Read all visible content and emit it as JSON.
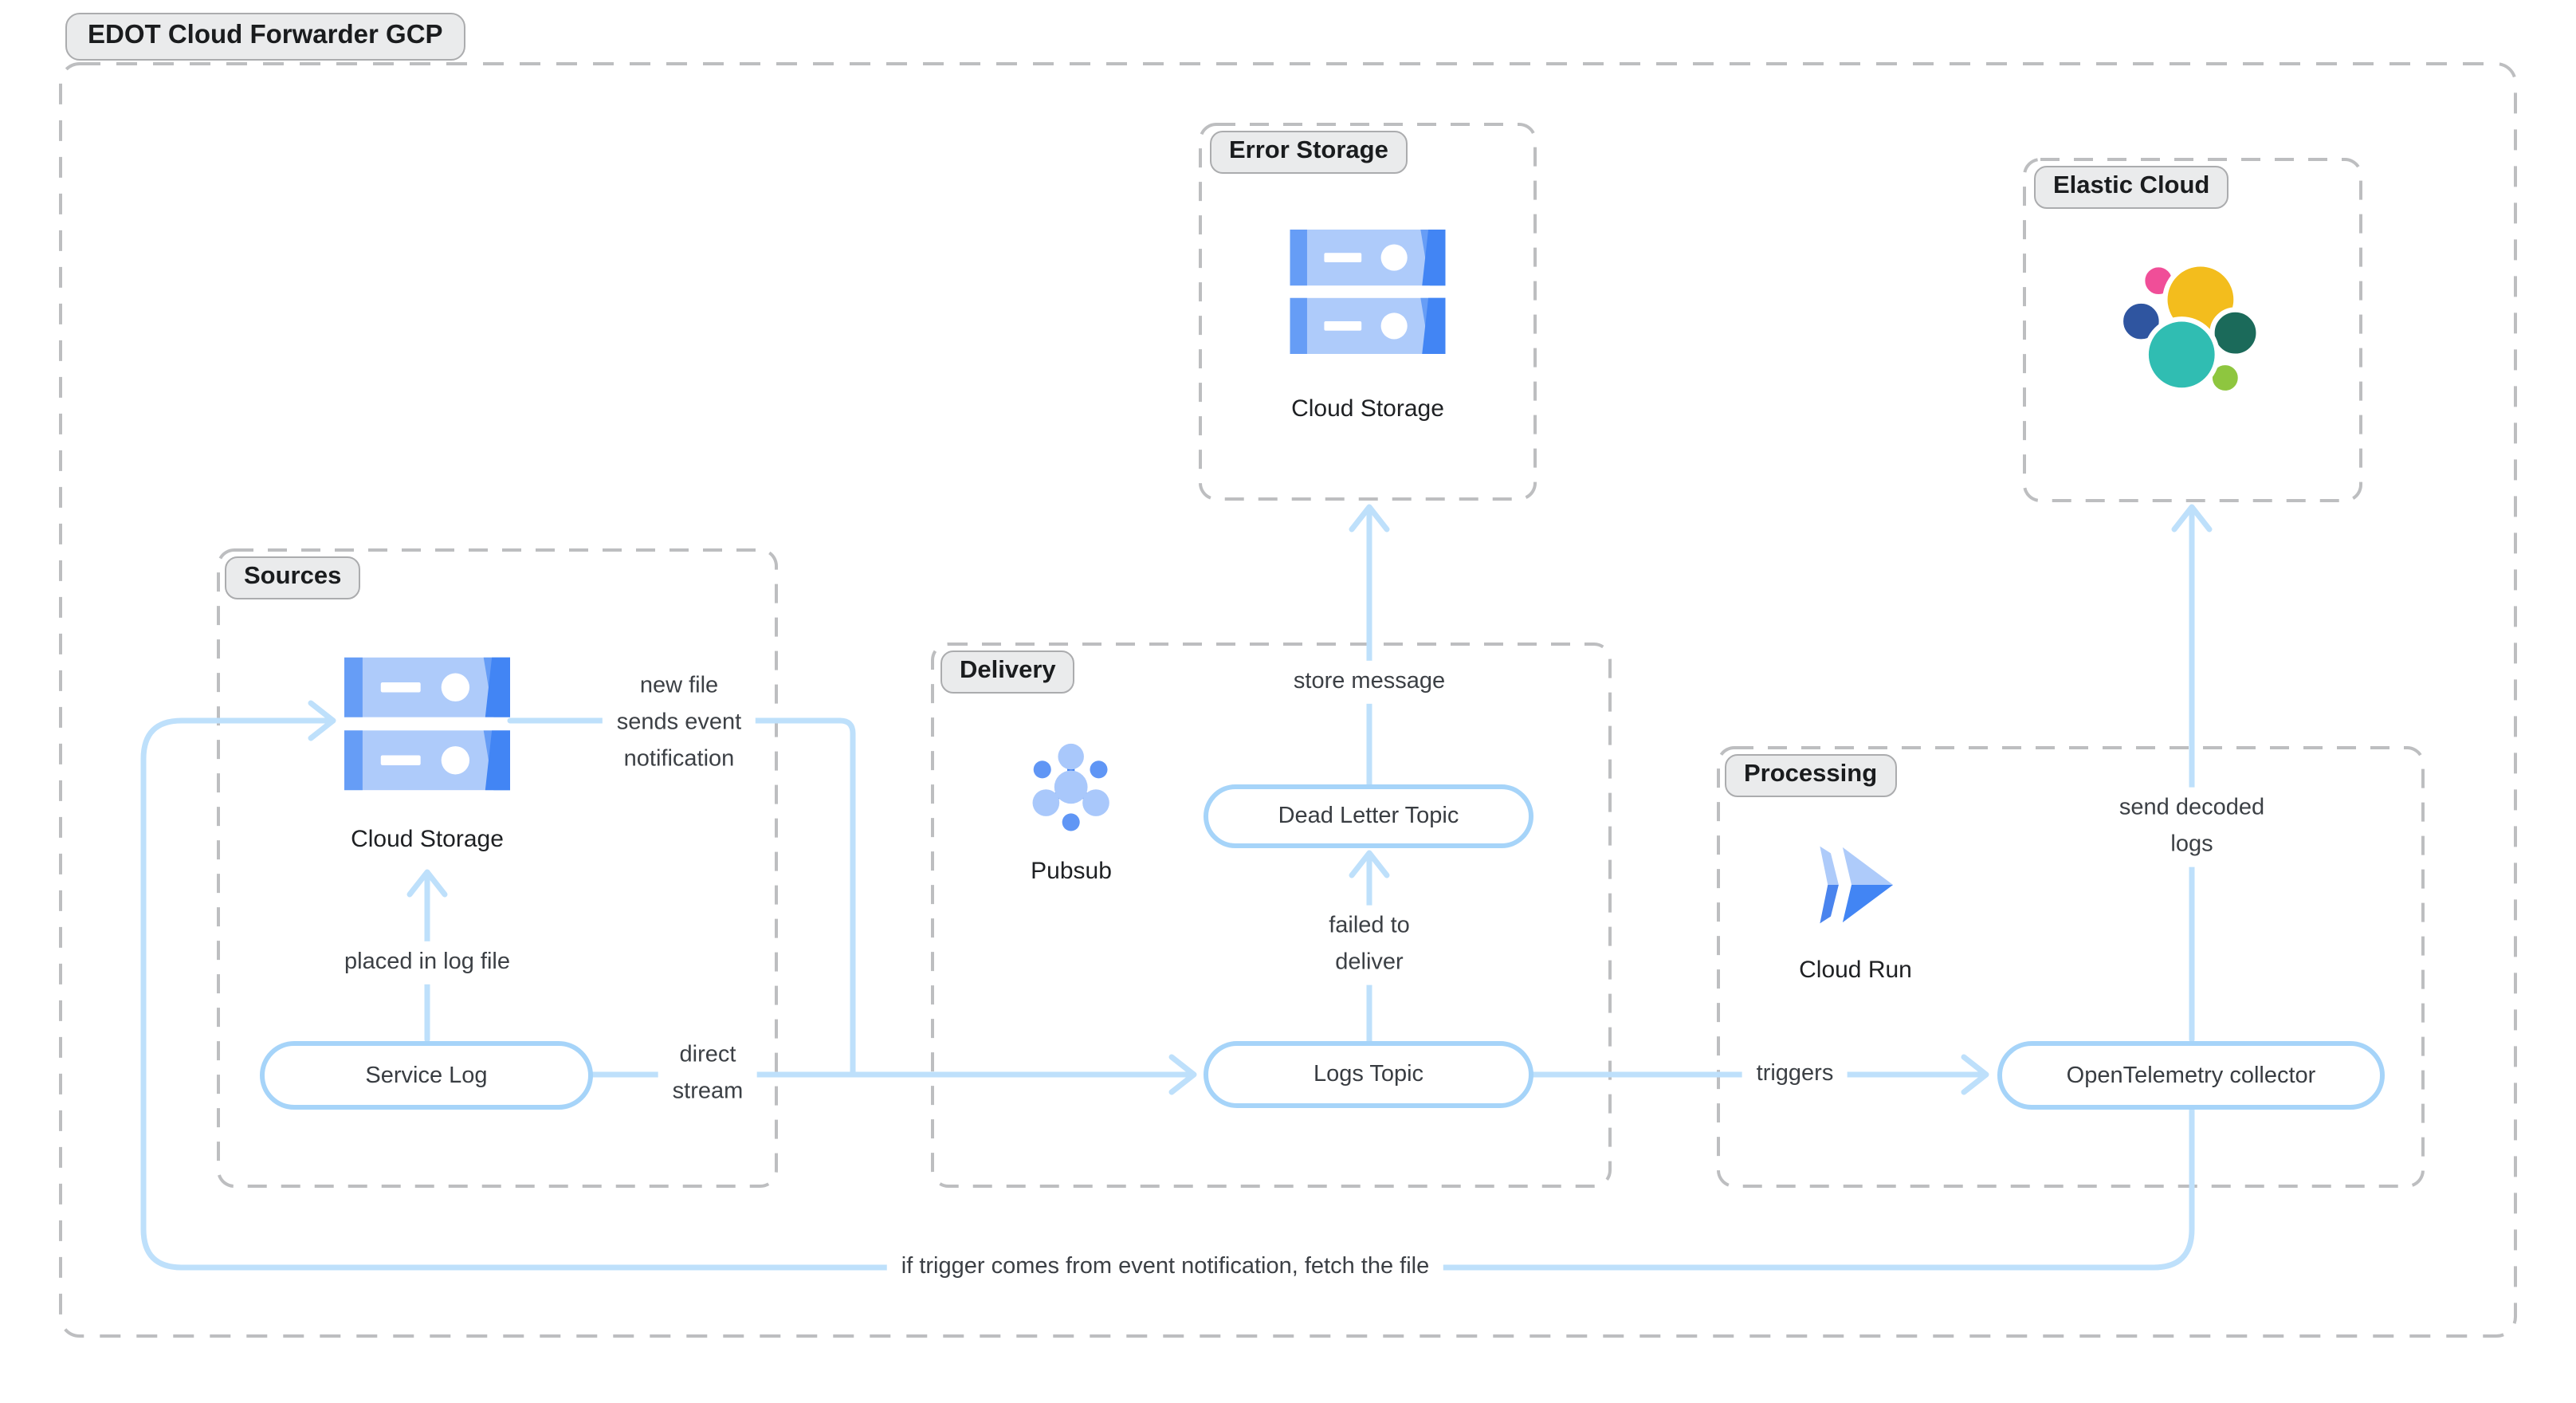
{
  "title": "EDOT Cloud Forwarder GCP",
  "groups": {
    "error_storage": {
      "label": "Error Storage"
    },
    "elastic_cloud": {
      "label": "Elastic Cloud"
    },
    "sources": {
      "label": "Sources"
    },
    "delivery": {
      "label": "Delivery"
    },
    "processing": {
      "label": "Processing"
    }
  },
  "nodes": {
    "error_cloud_storage": {
      "label": "Cloud Storage",
      "icon": "cloud-storage-icon"
    },
    "elastic_logo": {
      "icon": "elastic-logo-icon"
    },
    "sources_cloud_storage": {
      "label": "Cloud Storage",
      "icon": "cloud-storage-icon"
    },
    "service_log": {
      "label": "Service Log"
    },
    "pubsub": {
      "label": "Pubsub",
      "icon": "pubsub-icon"
    },
    "dead_letter_topic": {
      "label": "Dead Letter Topic"
    },
    "logs_topic": {
      "label": "Logs Topic"
    },
    "cloud_run": {
      "label": "Cloud Run",
      "icon": "cloud-run-icon"
    },
    "otel_collector": {
      "label": "OpenTelemetry collector"
    }
  },
  "edges": {
    "new_file": {
      "label": "new file\nsends event\nnotification"
    },
    "placed": {
      "label": "placed in log file"
    },
    "direct_stream": {
      "label": "direct\nstream"
    },
    "store_message": {
      "label": "store message"
    },
    "failed_to_deliver": {
      "label": "failed to\ndeliver"
    },
    "triggers": {
      "label": "triggers"
    },
    "send_decoded": {
      "label": "send decoded\nlogs"
    },
    "fetch_file": {
      "label": "if trigger comes from event notification, fetch the file"
    }
  },
  "colors": {
    "flow_line": "#bee0fb",
    "node_border": "#a6d4f9",
    "dashed_border": "#bdbec0",
    "pill_bg": "#eaebec",
    "pill_border": "#abacae",
    "annotation_text": "#3c4045",
    "gcp_blue_light": "#aecbfa",
    "gcp_blue_mid": "#669df6",
    "gcp_blue": "#4285f4",
    "elastic_yellow": "#f3bd1d",
    "elastic_pink": "#f04e98",
    "elastic_navy": "#2f55a0",
    "elastic_teal": "#30bdb2",
    "elastic_dark_green": "#1b6a5a",
    "elastic_lime": "#8ec63f"
  }
}
